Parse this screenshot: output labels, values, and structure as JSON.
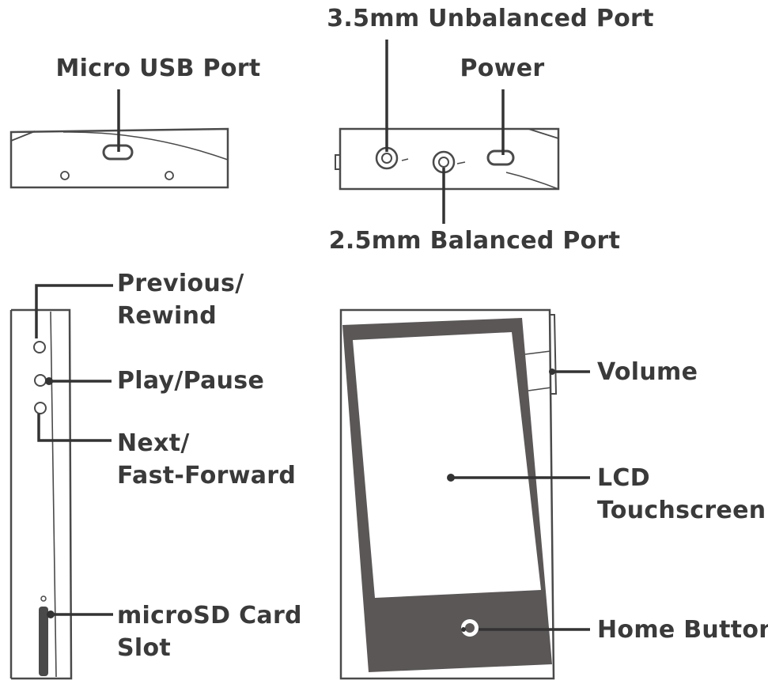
{
  "labels": {
    "micro_usb_port": "Micro USB Port",
    "unbalanced_port": "3.5mm Unbalanced Port",
    "power": "Power",
    "balanced_port": "2.5mm Balanced Port",
    "previous_rewind": [
      "Previous/",
      "Rewind"
    ],
    "play_pause": "Play/Pause",
    "next_fast_forward": [
      "Next/",
      "Fast-Forward"
    ],
    "microsd_card_slot": [
      "microSD Card",
      "Slot"
    ],
    "volume": "Volume",
    "lcd_touchscreen": [
      "LCD",
      "Touchscreen"
    ],
    "home_button": "Home Button"
  },
  "colors": {
    "outline": "#4a4a4a",
    "screen_frame": "#5b5757",
    "leader_line": "#333333",
    "text": "#3a3a3a"
  }
}
